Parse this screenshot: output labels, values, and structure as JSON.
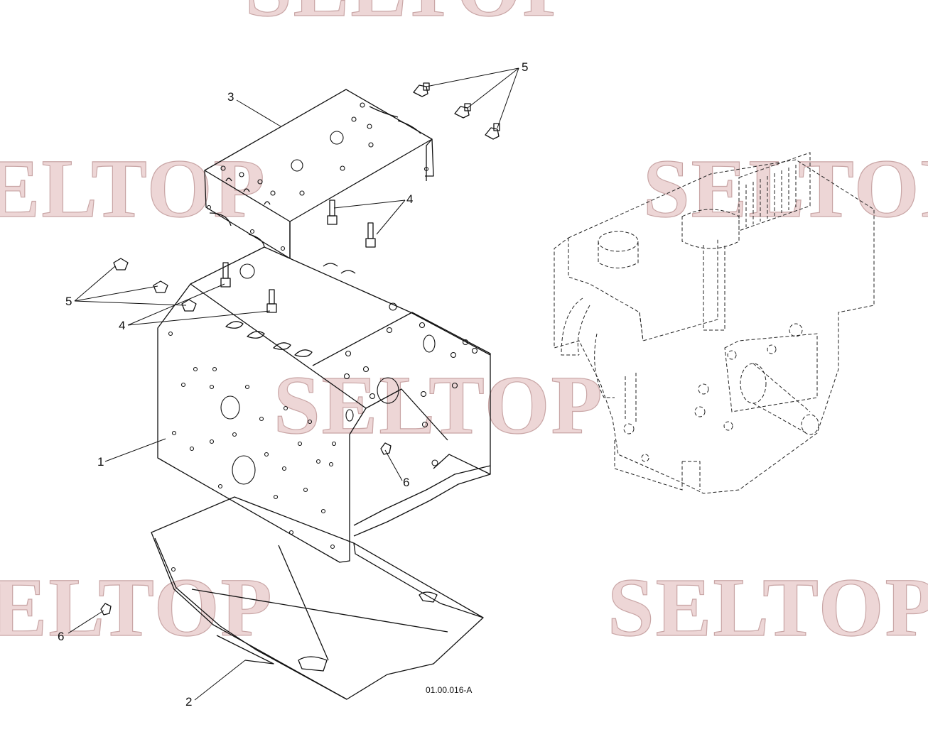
{
  "watermark": "SELTOP",
  "callouts": {
    "c1": "1",
    "c2": "2",
    "c3": "3",
    "c4_top": "4",
    "c4_left": "4",
    "c5_top": "5",
    "c5_left": "5",
    "c6_right": "6",
    "c6_left": "6"
  },
  "drawing_code": "01.00.016-A",
  "colors": {
    "line": "#111111",
    "watermark_fill": "#e8cccc",
    "background": "#ffffff"
  }
}
